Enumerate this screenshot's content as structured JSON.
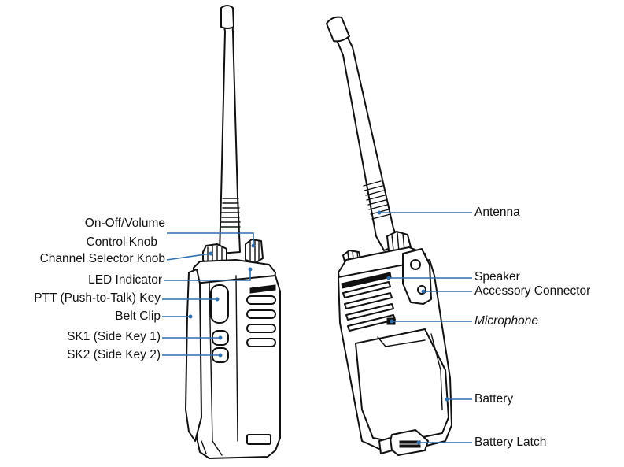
{
  "labels": {
    "on_off_volume_1": "On-Off/Volume",
    "on_off_volume_2": "Control Knob",
    "channel_selector": "Channel Selector Knob",
    "led_indicator": "LED Indicator",
    "ptt_key": "PTT (Push-to-Talk) Key",
    "belt_clip": "Belt Clip",
    "sk1": "SK1 (Side Key 1)",
    "sk2": "SK2 (Side Key 2)",
    "antenna": "Antenna",
    "speaker": "Speaker",
    "accessory_connector": "Accessory Connector",
    "microphone": "Microphone",
    "battery": "Battery",
    "battery_latch": "Battery Latch"
  },
  "colors": {
    "leader": "#2f6fae",
    "outline": "#111111",
    "background": "#ffffff"
  }
}
